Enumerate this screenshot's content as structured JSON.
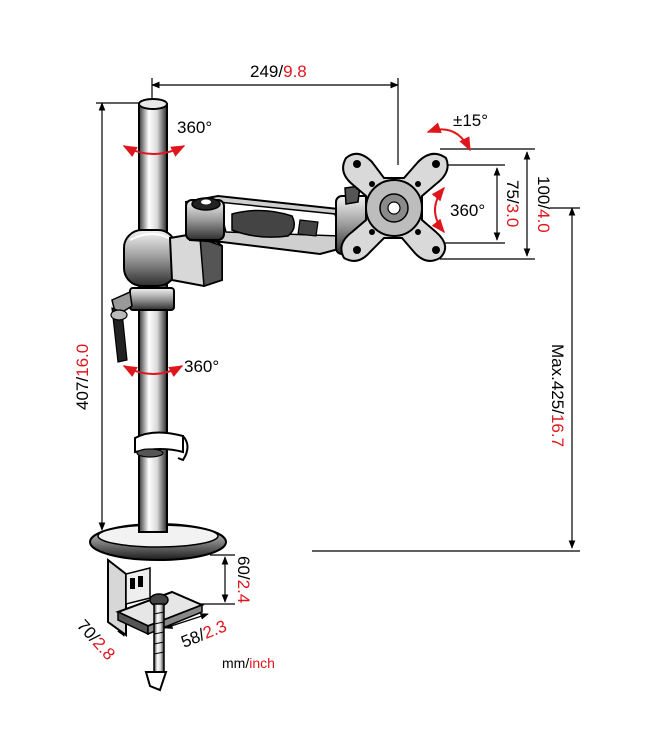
{
  "dimensions": {
    "arm_reach": {
      "metric": "249",
      "sep": "/",
      "imperial": "9.8"
    },
    "pole_height": {
      "metric": "407",
      "sep": "/",
      "imperial": "16.0"
    },
    "max_height": {
      "prefix": "Max.",
      "metric": "425",
      "sep": "/",
      "imperial": "16.7"
    },
    "vesa_large": {
      "metric": "100",
      "sep": "/",
      "imperial": "4.0"
    },
    "vesa_small": {
      "metric": "75",
      "sep": "/",
      "imperial": "3.0"
    },
    "clamp_height": {
      "metric": "60",
      "sep": "/",
      "imperial": "2.4"
    },
    "clamp_depth": {
      "metric": "70",
      "sep": "/",
      "imperial": "2.8"
    },
    "clamp_width": {
      "metric": "58",
      "sep": "/",
      "imperial": "2.3"
    }
  },
  "rotations": {
    "pole_top": "360°",
    "pole_mid": "360°",
    "plate_rotate": "360°",
    "tilt": "±15°"
  },
  "units_legend": {
    "metric": "mm",
    "sep": "/",
    "imperial": "inch"
  },
  "colors": {
    "accent": "#e0161d",
    "line": "#000000"
  }
}
